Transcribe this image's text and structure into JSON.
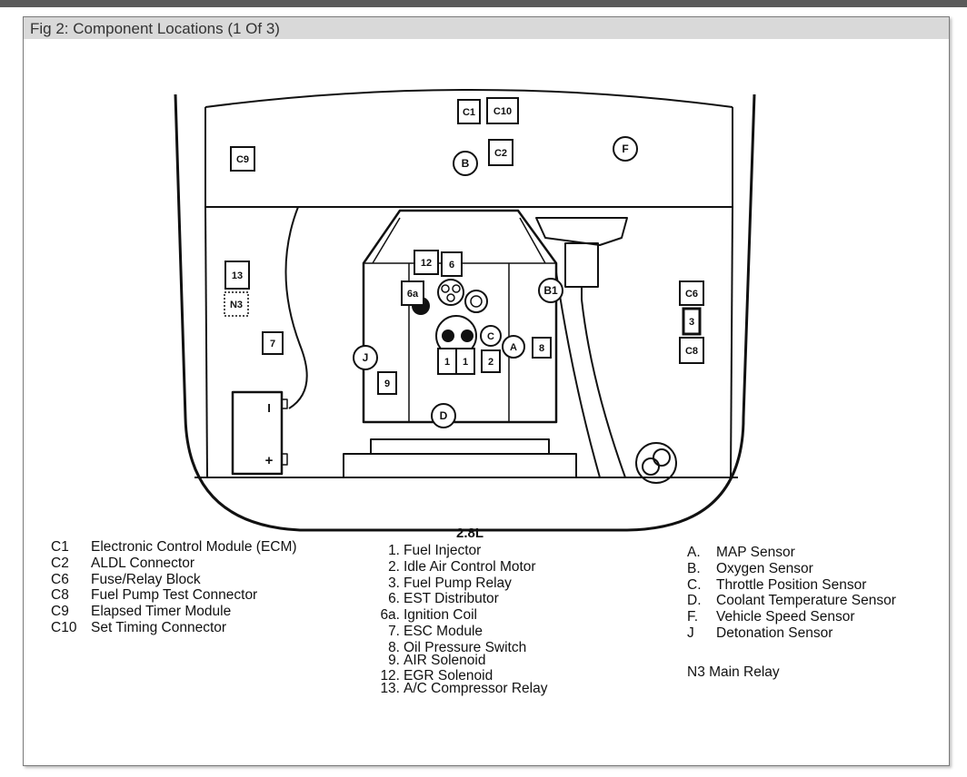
{
  "figure": {
    "title": "Fig 2: Component Locations (1 Of 3)",
    "engine": "2.8L"
  },
  "diagram_labels": {
    "c1": "C1",
    "c10": "C10",
    "c2": "C2",
    "c9": "C9",
    "f": "F",
    "b": "B",
    "n13a": "13",
    "n3": "N3",
    "n7": "7",
    "j": "J",
    "n9": "9",
    "d": "D",
    "n12": "12",
    "n6": "6",
    "n6a": "6a",
    "c": "C",
    "a": "A",
    "n8": "8",
    "n1a": "1",
    "n1b": "1",
    "n2": "2",
    "b1": "B1",
    "c6": "C6",
    "n3box": "3",
    "c8": "C8",
    "minus": "I",
    "plus": "+"
  },
  "legend_connectors": [
    {
      "code": "C1",
      "text": "Electronic Control Module (ECM)"
    },
    {
      "code": "C2",
      "text": "ALDL Connector"
    },
    {
      "code": "C6",
      "text": "Fuse/Relay Block"
    },
    {
      "code": "C8",
      "text": "Fuel Pump Test Connector"
    },
    {
      "code": "C9",
      "text": "Elapsed Timer Module"
    },
    {
      "code": "C10",
      "text": "Set Timing Connector"
    }
  ],
  "legend_numbered": [
    {
      "code": "1.",
      "text": "Fuel Injector"
    },
    {
      "code": "2.",
      "text": "Idle Air Control Motor"
    },
    {
      "code": "3.",
      "text": "Fuel Pump Relay"
    },
    {
      "code": "6.",
      "text": "EST Distributor"
    },
    {
      "code": "6a.",
      "text": "Ignition Coil"
    },
    {
      "code": "7.",
      "text": "ESC Module"
    },
    {
      "code": "8.",
      "text": "Oil Pressure Switch"
    },
    {
      "code": "9.",
      "text": "AIR Solenoid"
    },
    {
      "code": "12.",
      "text": "EGR Solenoid"
    },
    {
      "code": "13.",
      "text": "A/C Compressor Relay"
    }
  ],
  "legend_lettered": [
    {
      "code": "A.",
      "text": "MAP Sensor"
    },
    {
      "code": "B.",
      "text": "Oxygen Sensor"
    },
    {
      "code": "C.",
      "text": "Throttle Position Sensor"
    },
    {
      "code": "D.",
      "text": "Coolant Temperature Sensor"
    },
    {
      "code": "F.",
      "text": "Vehicle Speed Sensor"
    },
    {
      "code": "J",
      "text": "Detonation Sensor"
    }
  ],
  "relay_note": "N3 Main Relay"
}
